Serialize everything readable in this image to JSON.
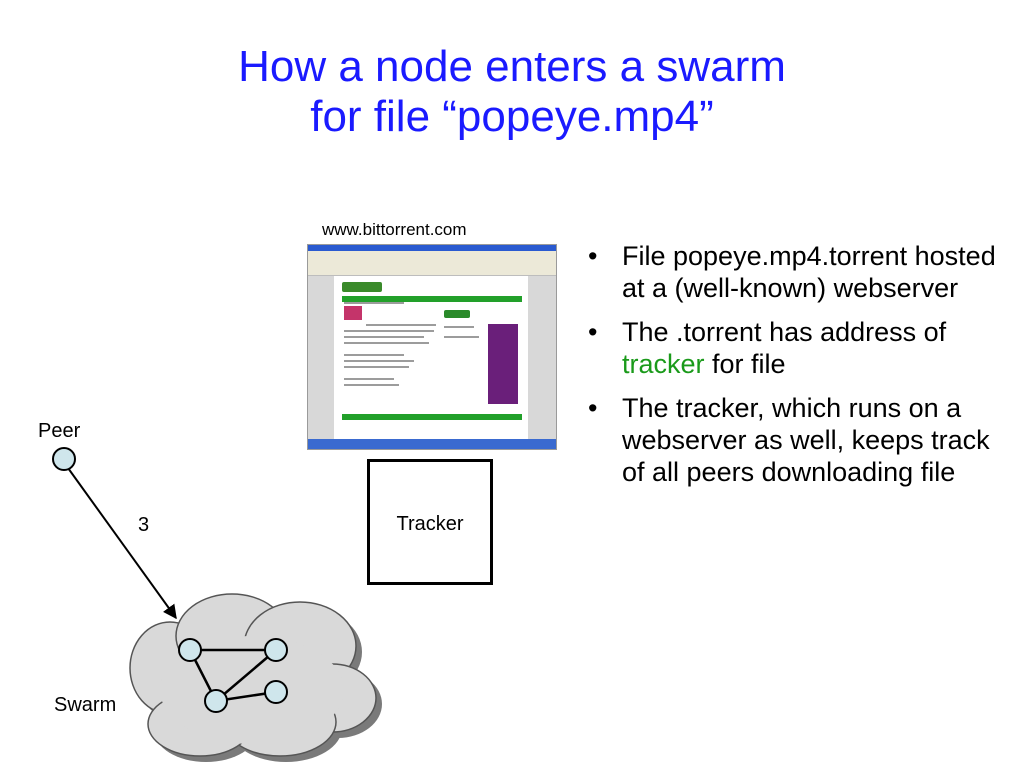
{
  "title": {
    "line1": "How a node enters a swarm",
    "line2": "for file “popeye.mp4”"
  },
  "screenshot": {
    "label": "www.bittorrent.com"
  },
  "tracker": {
    "label": "Tracker"
  },
  "peer": {
    "label": "Peer"
  },
  "arrow": {
    "label": "3"
  },
  "swarm": {
    "label": "Swarm"
  },
  "bullets": {
    "b1": "File popeye.mp4.torrent hosted at a (well-known) webserver",
    "b2_before": "The .torrent has address of ",
    "b2_highlight": "tracker",
    "b2_after": " for file",
    "b3": "The tracker, which runs on a webserver as well, keeps track of all peers downloading file"
  },
  "colors": {
    "title": "#1a1aff",
    "highlight": "#1a9a1a",
    "node_fill": "#cfe6ec",
    "cloud_fill": "#d9d9d9"
  }
}
